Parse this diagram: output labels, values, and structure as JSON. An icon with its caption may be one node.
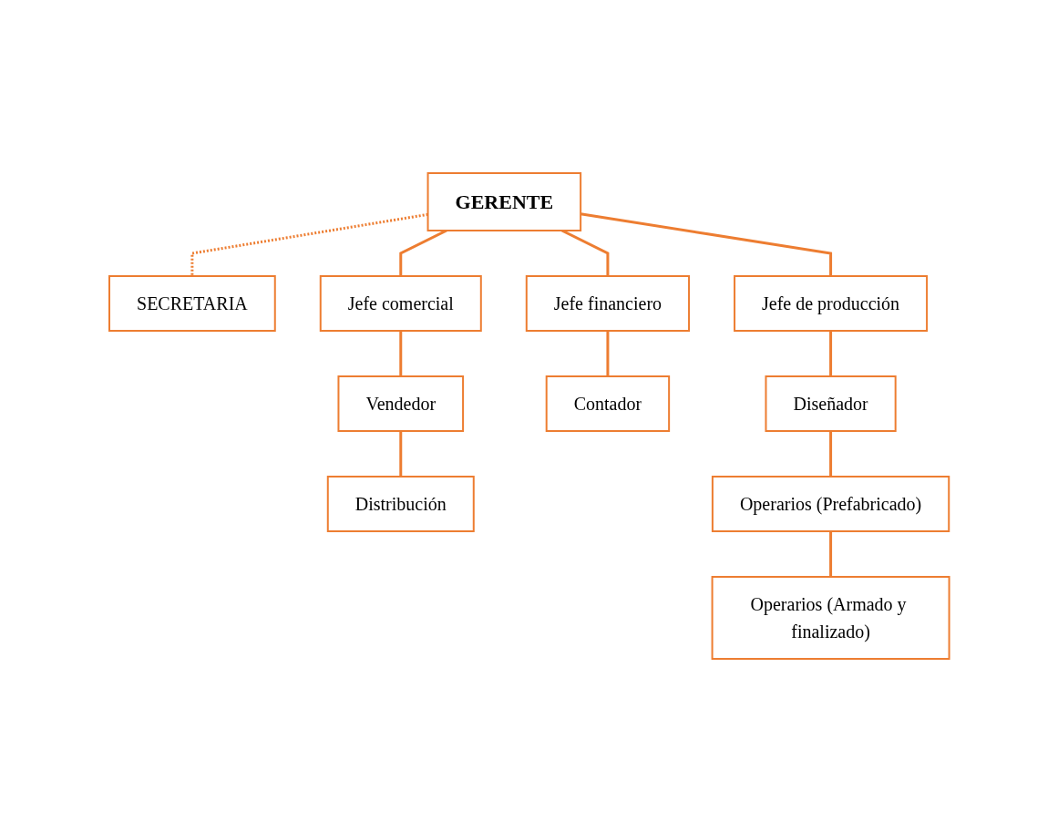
{
  "diagram": {
    "nodes": [
      {
        "text": [
          "GERENTE"
        ]
      },
      {
        "text": [
          "SECRETARIA"
        ]
      },
      {
        "text": [
          "Jefe comercial"
        ]
      },
      {
        "text": [
          "Jefe financiero"
        ]
      },
      {
        "text": [
          "Jefe de producción"
        ]
      },
      {
        "text": [
          "Vendedor"
        ]
      },
      {
        "text": [
          "Distribución"
        ]
      },
      {
        "text": [
          "Contador"
        ]
      },
      {
        "text": [
          "Diseñador"
        ]
      },
      {
        "text": [
          "Operarios (Prefabricado)"
        ]
      },
      {
        "text": [
          "Operarios (Armado y finalizado)"
        ]
      }
    ],
    "edges": [
      {
        "from": 0,
        "to": 1,
        "arrow": "none",
        "style": "dashed"
      },
      {
        "from": 0,
        "to": 2,
        "arrow": "none"
      },
      {
        "from": 0,
        "to": 3,
        "arrow": "none"
      },
      {
        "from": 0,
        "to": 4,
        "arrow": "none"
      },
      {
        "from": 2,
        "to": 5,
        "arrow": "none"
      },
      {
        "from": 5,
        "to": 6,
        "arrow": "none"
      },
      {
        "from": 3,
        "to": 7,
        "arrow": "none"
      },
      {
        "from": 4,
        "to": 8,
        "arrow": "none"
      },
      {
        "from": 8,
        "to": 9,
        "arrow": "none"
      },
      {
        "from": 9,
        "to": 10,
        "arrow": "none"
      }
    ]
  }
}
